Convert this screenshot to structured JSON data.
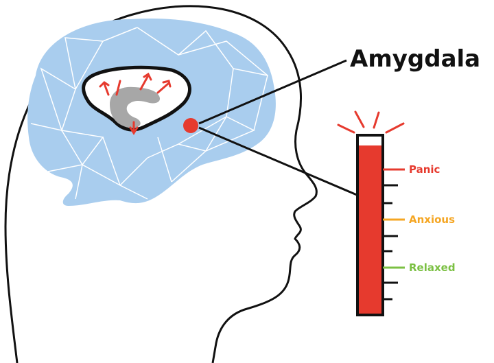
{
  "diagram": {
    "callout_label": "Amygdala",
    "meter_levels": [
      {
        "label": "Panic",
        "color": "#e63a2e"
      },
      {
        "label": "Anxious",
        "color": "#f5a623"
      },
      {
        "label": "Relaxed",
        "color": "#7bc043"
      }
    ],
    "meter_fill_fraction": 0.95,
    "colors": {
      "brain": "#a9cdee",
      "brain_mesh": "#ffffff",
      "amygdala_dot": "#e63a2e",
      "meter_fill": "#e63a2e",
      "limbic_core": "#a7a7a7",
      "outline": "#111111",
      "alarm_rays": "#e63a2e"
    }
  }
}
